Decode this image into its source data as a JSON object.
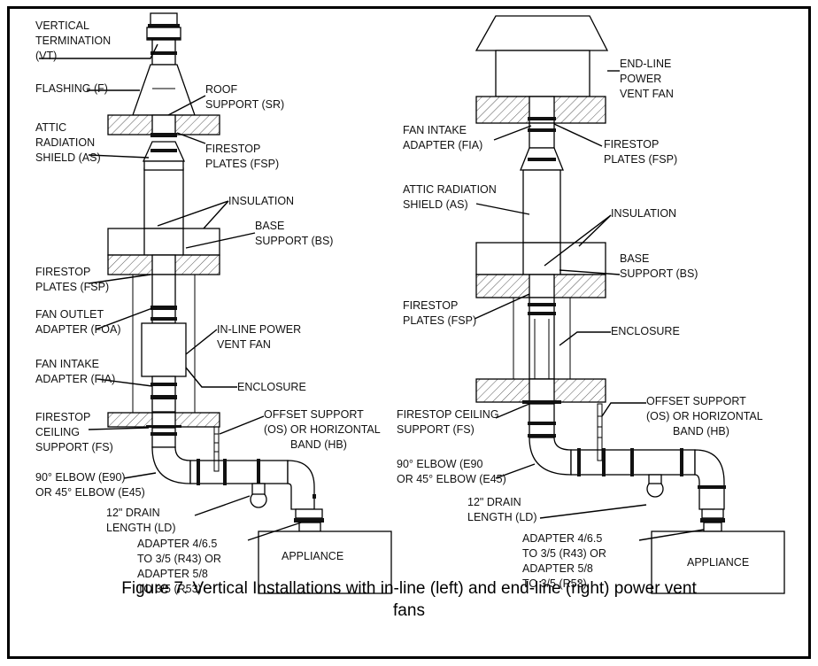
{
  "left_diagram": {
    "labels": {
      "vt_1": "VERTICAL",
      "vt_2": "TERMINATION",
      "vt_3": "(VT)",
      "f_1": "FLASHING (F)",
      "sr_1": "ROOF",
      "sr_2": "SUPPORT (SR)",
      "as_1": "ATTIC",
      "as_2": "RADIATION",
      "as_3": "SHIELD (AS)",
      "fsp_top_1": "FIRESTOP",
      "fsp_top_2": "PLATES (FSP)",
      "insulation": "INSULATION",
      "bs_1": "BASE",
      "bs_2": "SUPPORT (BS)",
      "fsp_1": "FIRESTOP",
      "fsp_2": "PLATES (FSP)",
      "foa_1": "FAN OUTLET",
      "foa_2": "ADAPTER (FOA)",
      "inline_1": "IN-LINE POWER",
      "inline_2": "VENT FAN",
      "fia_1": "FAN INTAKE",
      "fia_2": "ADAPTER (FIA)",
      "enclosure": "ENCLOSURE",
      "fs_1": "FIRESTOP",
      "fs_2": "CEILING",
      "fs_3": "SUPPORT (FS)",
      "os_1": "OFFSET SUPPORT",
      "os_2": "(OS) OR HORIZONTAL",
      "os_3": "BAND (HB)",
      "elbow_1": "90° ELBOW (E90)",
      "elbow_2": "OR 45° ELBOW (E45)",
      "drain_1": "12\" DRAIN",
      "drain_2": "LENGTH (LD)",
      "adapter_1": "ADAPTER 4/6.5",
      "adapter_2": "TO 3/5 (R43) OR",
      "adapter_3": "ADAPTER 5/8",
      "adapter_4": "TO 3/5 (R53)",
      "appliance": "APPLIANCE"
    }
  },
  "right_diagram": {
    "labels": {
      "end_1": "END-LINE",
      "end_2": "POWER",
      "end_3": "VENT FAN",
      "fia_1": "FAN INTAKE",
      "fia_2": "ADAPTER (FIA)",
      "fsp_top_1": "FIRESTOP",
      "fsp_top_2": "PLATES (FSP)",
      "as_1": "ATTIC RADIATION",
      "as_2": "SHIELD (AS)",
      "insulation": "INSULATION",
      "bs_1": "BASE",
      "bs_2": "SUPPORT (BS)",
      "fsp_1": "FIRESTOP",
      "fsp_2": "PLATES (FSP)",
      "enclosure": "ENCLOSURE",
      "fs_1": "FIRESTOP CEILING",
      "fs_2": "SUPPORT (FS)",
      "os_1": "OFFSET SUPPORT",
      "os_2": "(OS) OR HORIZONTAL",
      "os_3": "BAND (HB)",
      "elbow_1": "90° ELBOW (E90",
      "elbow_2": "OR 45° ELBOW (E45)",
      "drain_1": "12\" DRAIN",
      "drain_2": "LENGTH (LD)",
      "adapter_1": "ADAPTER 4/6.5",
      "adapter_2": "TO 3/5 (R43) OR",
      "adapter_3": "ADAPTER 5/8",
      "adapter_4": "TO 3/5 (R53)",
      "appliance": "APPLIANCE"
    }
  },
  "caption": {
    "line1": "Figure 7. Vertical Installations with in-line (left) and end-line (right) power vent",
    "line2": "fans"
  }
}
